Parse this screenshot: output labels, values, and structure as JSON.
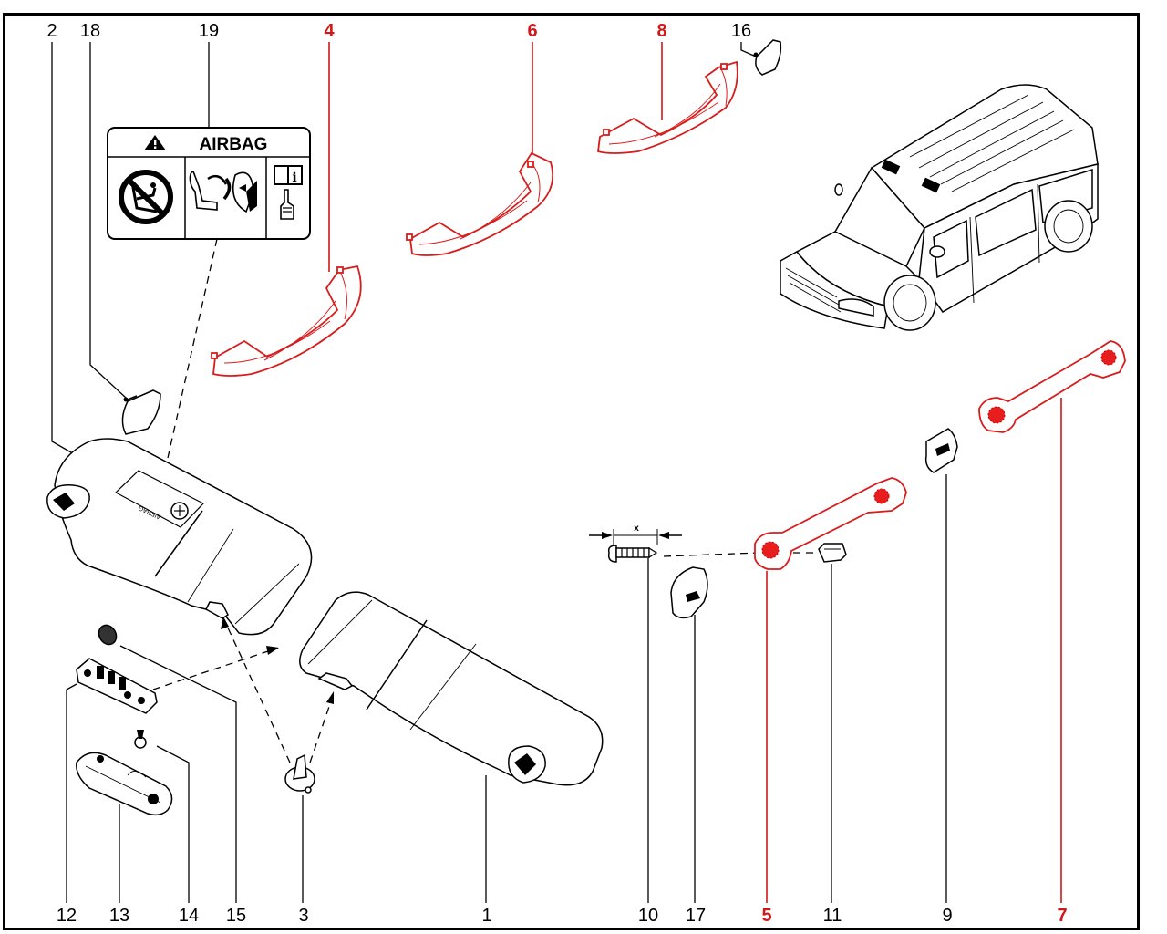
{
  "diagram": {
    "title": "Sun visors and roof grab handles – exploded parts view",
    "accent_color": "#d01818",
    "line_color": "#000000",
    "top_callouts": [
      {
        "id": "c2",
        "label": "2",
        "highlighted": false
      },
      {
        "id": "c18",
        "label": "18",
        "highlighted": false
      },
      {
        "id": "c19",
        "label": "19",
        "highlighted": false
      },
      {
        "id": "c4",
        "label": "4",
        "highlighted": true
      },
      {
        "id": "c6",
        "label": "6",
        "highlighted": true
      },
      {
        "id": "c8",
        "label": "8",
        "highlighted": true
      },
      {
        "id": "c16",
        "label": "16",
        "highlighted": false
      }
    ],
    "bottom_callouts": [
      {
        "id": "c12",
        "label": "12",
        "highlighted": false
      },
      {
        "id": "c13",
        "label": "13",
        "highlighted": false
      },
      {
        "id": "c14",
        "label": "14",
        "highlighted": false
      },
      {
        "id": "c15",
        "label": "15",
        "highlighted": false
      },
      {
        "id": "c3",
        "label": "3",
        "highlighted": false
      },
      {
        "id": "c1",
        "label": "1",
        "highlighted": false
      },
      {
        "id": "c10",
        "label": "10",
        "highlighted": false
      },
      {
        "id": "c17",
        "label": "17",
        "highlighted": false
      },
      {
        "id": "c5",
        "label": "5",
        "highlighted": true
      },
      {
        "id": "c11",
        "label": "11",
        "highlighted": false
      },
      {
        "id": "c9",
        "label": "9",
        "highlighted": false
      },
      {
        "id": "c7",
        "label": "7",
        "highlighted": true
      }
    ],
    "airbag_label": {
      "title": "AIRBAG",
      "icons": [
        "warning-triangle-icon",
        "no-child-seat-icon",
        "seat-airbag-icon",
        "manual-info-icon",
        "pointing-hand-icon"
      ]
    },
    "visor_decal_text": "AIRBAG",
    "screw_dimension_label": "x",
    "vehicle": "station wagon (isometric reference view)"
  }
}
